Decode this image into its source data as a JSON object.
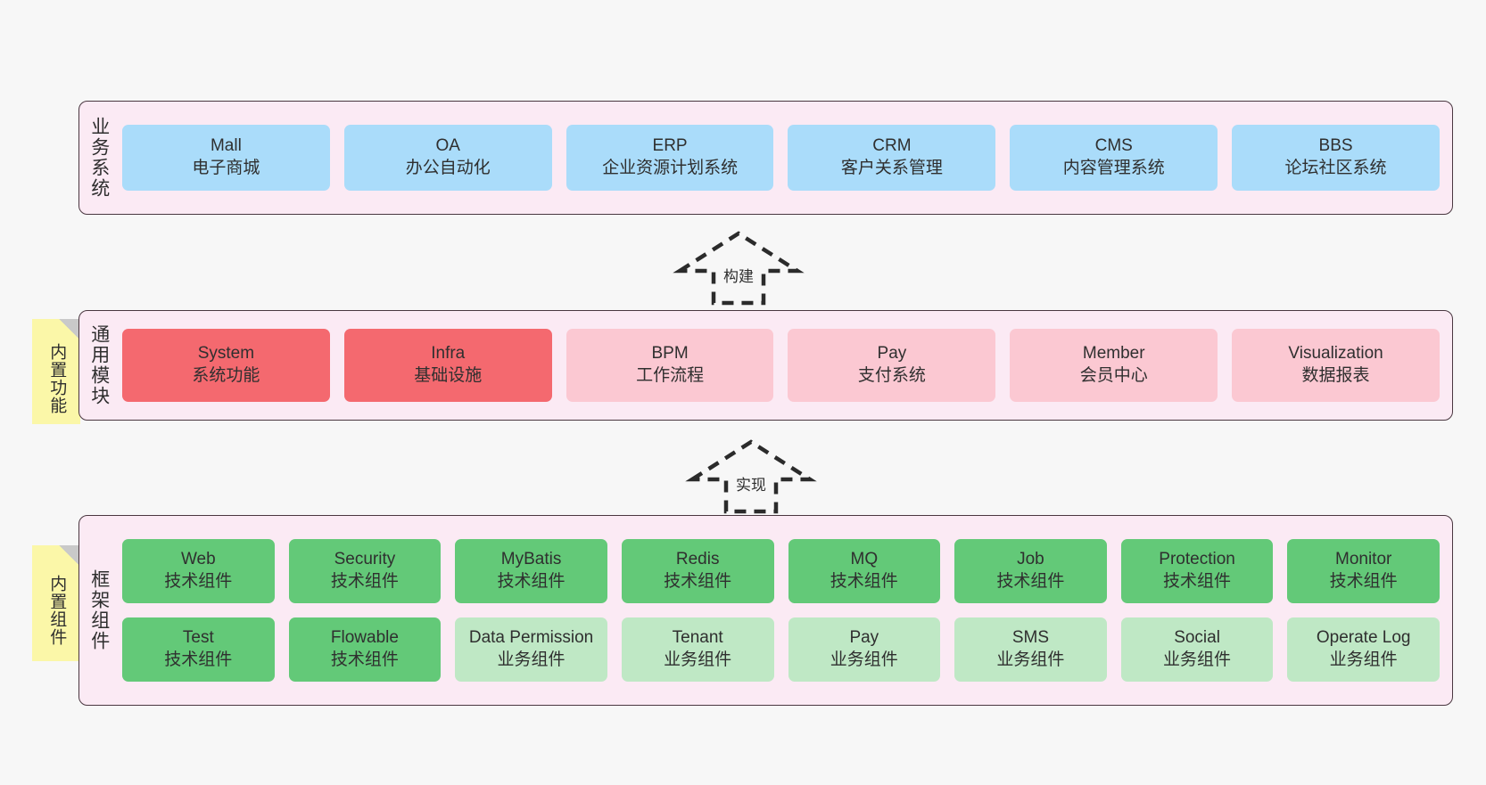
{
  "diagram": {
    "background_color": "#f7f7f7",
    "layer_fill": "#fbeaf4",
    "layer_border": "#4a3740",
    "sticky_color": "#fbf7a8"
  },
  "layers": [
    {
      "id": "business-system",
      "title": "业务系统",
      "sticky": null,
      "rows": [
        {
          "cards": [
            {
              "t1": "Mall",
              "t2": "电子商城",
              "color": "#aadcfa",
              "style": "blue"
            },
            {
              "t1": "OA",
              "t2": "办公自动化",
              "color": "#aadcfa",
              "style": "blue"
            },
            {
              "t1": "ERP",
              "t2": "企业资源计划系统",
              "color": "#aadcfa",
              "style": "blue"
            },
            {
              "t1": "CRM",
              "t2": "客户关系管理",
              "color": "#aadcfa",
              "style": "blue"
            },
            {
              "t1": "CMS",
              "t2": "内容管理系统",
              "color": "#aadcfa",
              "style": "blue"
            },
            {
              "t1": "BBS",
              "t2": "论坛社区系统",
              "color": "#aadcfa",
              "style": "blue"
            }
          ]
        }
      ]
    },
    {
      "id": "common-module",
      "title": "通用模块",
      "sticky": "内置功能",
      "rows": [
        {
          "cards": [
            {
              "t1": "System",
              "t2": "系统功能",
              "color": "#f4696f",
              "style": "red"
            },
            {
              "t1": "Infra",
              "t2": "基础设施",
              "color": "#f4696f",
              "style": "red"
            },
            {
              "t1": "BPM",
              "t2": "工作流程",
              "color": "#fbc8d2",
              "style": "pink"
            },
            {
              "t1": "Pay",
              "t2": "支付系统",
              "color": "#fbc8d2",
              "style": "pink"
            },
            {
              "t1": "Member",
              "t2": "会员中心",
              "color": "#fbc8d2",
              "style": "pink"
            },
            {
              "t1": "Visualization",
              "t2": "数据报表",
              "color": "#fbc8d2",
              "style": "pink"
            }
          ]
        }
      ]
    },
    {
      "id": "framework-component",
      "title": "框架组件",
      "sticky": "内置组件",
      "rows": [
        {
          "cards": [
            {
              "t1": "Web",
              "t2": "技术组件",
              "color": "#63c978",
              "style": "green"
            },
            {
              "t1": "Security",
              "t2": "技术组件",
              "color": "#63c978",
              "style": "green"
            },
            {
              "t1": "MyBatis",
              "t2": "技术组件",
              "color": "#63c978",
              "style": "green"
            },
            {
              "t1": "Redis",
              "t2": "技术组件",
              "color": "#63c978",
              "style": "green"
            },
            {
              "t1": "MQ",
              "t2": "技术组件",
              "color": "#63c978",
              "style": "green"
            },
            {
              "t1": "Job",
              "t2": "技术组件",
              "color": "#63c978",
              "style": "green"
            },
            {
              "t1": "Protection",
              "t2": "技术组件",
              "color": "#63c978",
              "style": "green"
            },
            {
              "t1": "Monitor",
              "t2": "技术组件",
              "color": "#63c978",
              "style": "green"
            }
          ]
        },
        {
          "cards": [
            {
              "t1": "Test",
              "t2": "技术组件",
              "color": "#63c978",
              "style": "green"
            },
            {
              "t1": "Flowable",
              "t2": "技术组件",
              "color": "#63c978",
              "style": "green"
            },
            {
              "t1": "Data Permission",
              "t2": "业务组件",
              "color": "#bfe8c5",
              "style": "green-light",
              "wrap": true
            },
            {
              "t1": "Tenant",
              "t2": "业务组件",
              "color": "#bfe8c5",
              "style": "green-light"
            },
            {
              "t1": "Pay",
              "t2": "业务组件",
              "color": "#bfe8c5",
              "style": "green-light"
            },
            {
              "t1": "SMS",
              "t2": "业务组件",
              "color": "#bfe8c5",
              "style": "green-light"
            },
            {
              "t1": "Social",
              "t2": "业务组件",
              "color": "#bfe8c5",
              "style": "green-light"
            },
            {
              "t1": "Operate Log",
              "t2": "业务组件",
              "color": "#bfe8c5",
              "style": "green-light"
            }
          ]
        }
      ]
    }
  ],
  "connectors": [
    {
      "id": "build",
      "label": "构建",
      "from": "common-module",
      "to": "business-system"
    },
    {
      "id": "implement",
      "label": "实现",
      "from": "framework-component",
      "to": "common-module"
    }
  ]
}
